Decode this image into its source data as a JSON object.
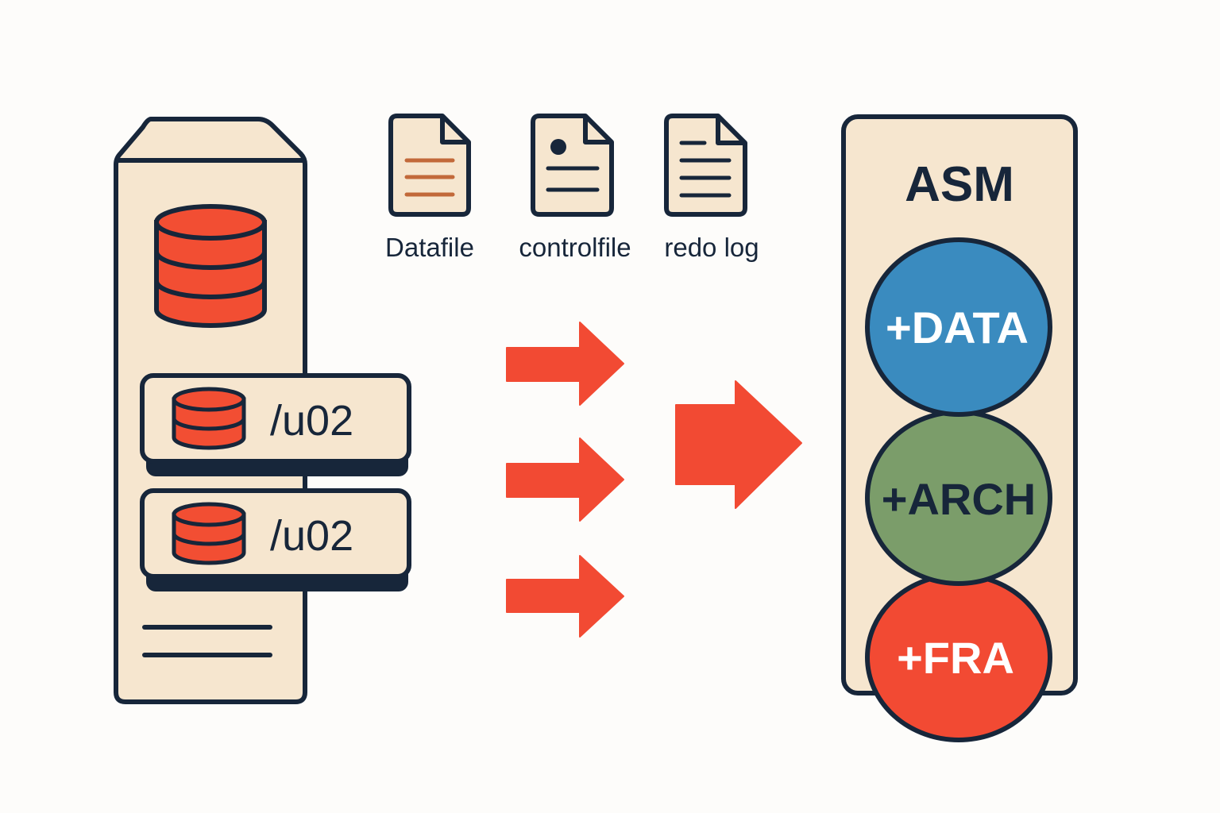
{
  "colors": {
    "background": "#fdfcfa",
    "outline": "#17263a",
    "panel_fill": "#f6e6cf",
    "db_red": "#f24e33",
    "datafile_lines": "#c2693a",
    "arrow_red": "#f24a33",
    "data_blue": "#3a8bbf",
    "arch_green": "#7b9d6a",
    "fra_red": "#f24a33"
  },
  "server": {
    "mounts": [
      {
        "label": "/u02",
        "icon": "database-icon"
      },
      {
        "label": "/u02",
        "icon": "database-icon"
      }
    ]
  },
  "files": [
    {
      "label": "Datafile",
      "icon": "datafile-document-icon"
    },
    {
      "label": "controlfile",
      "icon": "controlfile-document-icon"
    },
    {
      "label": "redo log",
      "icon": "redo-log-document-icon"
    }
  ],
  "asm": {
    "title": "ASM",
    "disk_groups": [
      {
        "label": "+DATA",
        "color": "#3a8bbf",
        "text_color": "#ffffff"
      },
      {
        "label": "+ARCH",
        "color": "#7b9d6a",
        "text_color": "#17263a"
      },
      {
        "label": "+FRA",
        "color": "#f24a33",
        "text_color": "#ffffff"
      }
    ]
  }
}
